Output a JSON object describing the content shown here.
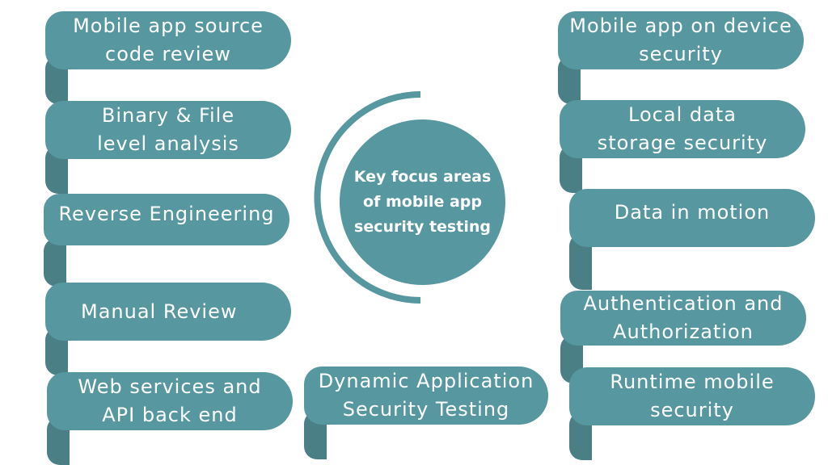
{
  "center": {
    "line1": "Key focus areas",
    "line2": "of mobile app",
    "line3": "security testing"
  },
  "left": [
    {
      "line1": "Mobile app source",
      "line2": "code review"
    },
    {
      "line1": "Binary & File",
      "line2": "level analysis"
    },
    {
      "line1": "Reverse Engineering",
      "line2": ""
    },
    {
      "line1": "Manual Review",
      "line2": ""
    },
    {
      "line1": "Web services and",
      "line2": "API back end"
    }
  ],
  "bottom_center": {
    "line1": "Dynamic Application",
    "line2": "Security Testing"
  },
  "right": [
    {
      "line1": "Mobile app on device",
      "line2": "security"
    },
    {
      "line1": "Local data",
      "line2": "storage security"
    },
    {
      "line1": "Data in motion",
      "line2": ""
    },
    {
      "line1": "Authentication and",
      "line2": "Authorization"
    },
    {
      "line1": "Runtime mobile",
      "line2": "security"
    }
  ],
  "colors": {
    "pill": "#57979f",
    "tail": "#4a7f86",
    "text": "#ffffff",
    "background": "#ffffff"
  }
}
